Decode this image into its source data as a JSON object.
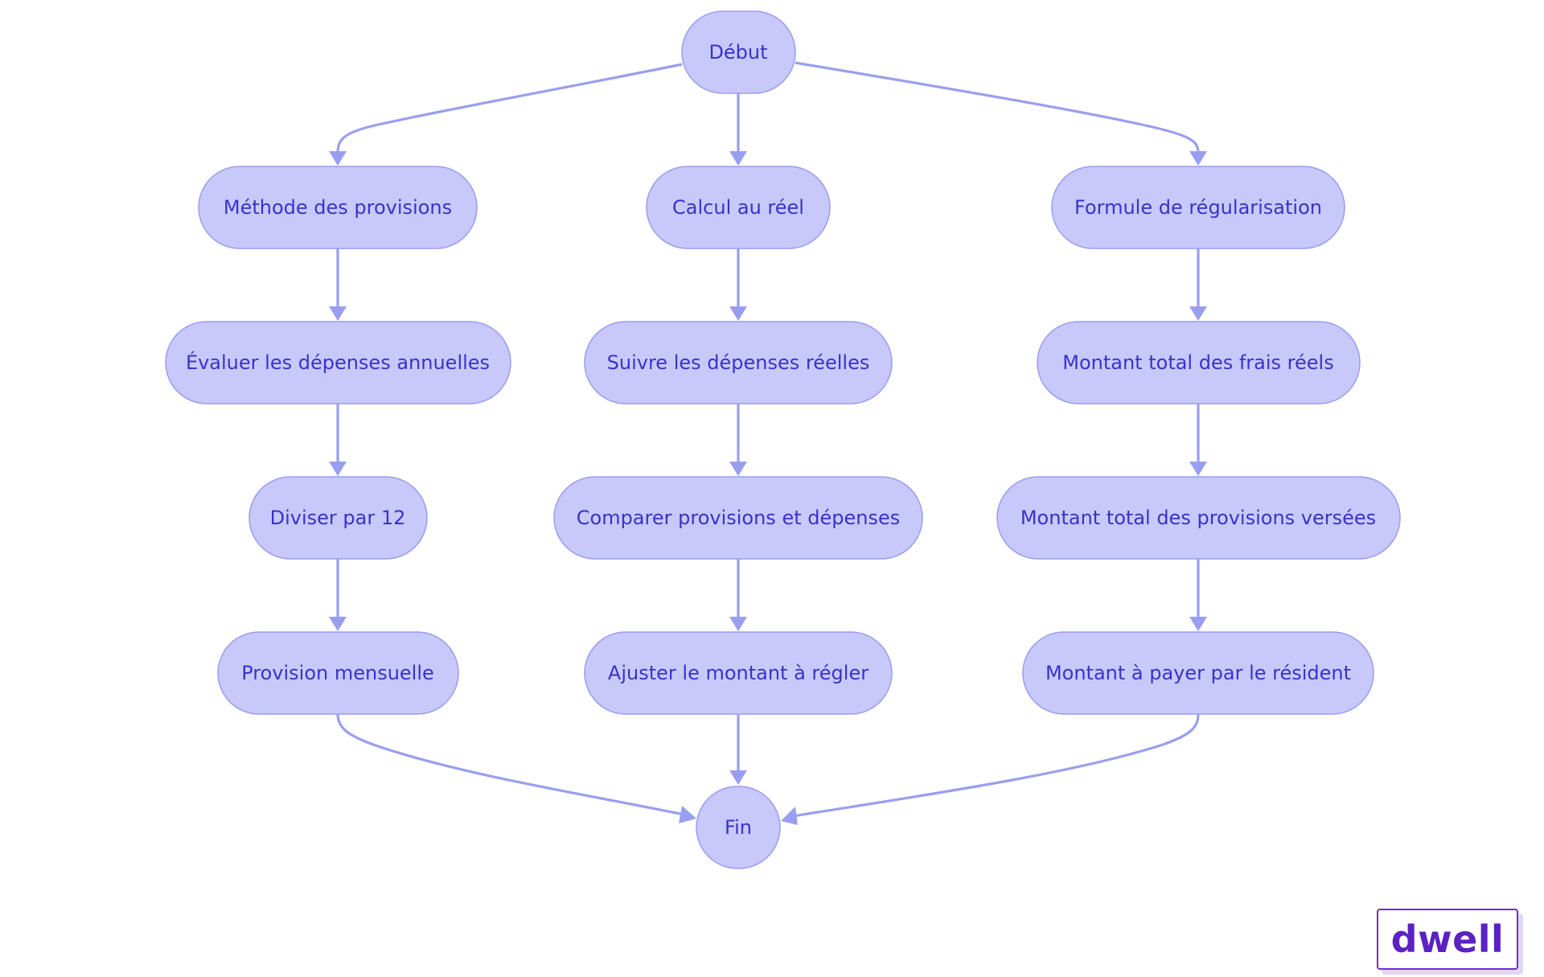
{
  "nodes": {
    "start": "Début",
    "a1": "Méthode des provisions",
    "a2": "Évaluer les dépenses annuelles",
    "a3": "Diviser par 12",
    "a4": "Provision mensuelle",
    "b1": "Calcul au réel",
    "b2": "Suivre les dépenses réelles",
    "b3": "Comparer provisions et dépenses",
    "b4": "Ajuster le montant à régler",
    "c1": "Formule de régularisation",
    "c2": "Montant total des frais réels",
    "c3": "Montant total des provisions versées",
    "c4": "Montant à payer par le résident",
    "end": "Fin"
  },
  "edges": [
    [
      "start",
      "a1"
    ],
    [
      "start",
      "b1"
    ],
    [
      "start",
      "c1"
    ],
    [
      "a1",
      "a2"
    ],
    [
      "a2",
      "a3"
    ],
    [
      "a3",
      "a4"
    ],
    [
      "a4",
      "end"
    ],
    [
      "b1",
      "b2"
    ],
    [
      "b2",
      "b3"
    ],
    [
      "b3",
      "b4"
    ],
    [
      "b4",
      "end"
    ],
    [
      "c1",
      "c2"
    ],
    [
      "c2",
      "c3"
    ],
    [
      "c3",
      "c4"
    ],
    [
      "c4",
      "end"
    ]
  ],
  "logo": {
    "text": "dwell"
  },
  "colors": {
    "node_fill": "#c8c9fb",
    "node_stroke": "#9a9cf0",
    "node_text": "#3b31c9",
    "edge": "#9a9ef0",
    "logo": "#5b21c4"
  }
}
